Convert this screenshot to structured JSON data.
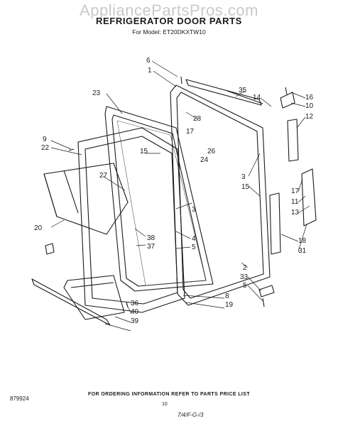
{
  "watermark": "AppliancePartsPros.com",
  "header": {
    "title": "REFRIGERATOR DOOR PARTS",
    "model": "For Model: ET20DKXTW10"
  },
  "footer": {
    "code": "879924",
    "ordering": "FOR ORDERING INFORMATION REFER TO PARTS PRICE LIST",
    "page": "10",
    "handwriting": "7/4/F-G-/3"
  },
  "callouts": [
    "6",
    "1",
    "23",
    "35",
    "16",
    "14",
    "10",
    "28",
    "12",
    "17",
    "9",
    "22",
    "26",
    "24",
    "15",
    "27",
    "3",
    "20",
    "38",
    "37",
    "4",
    "5",
    "2",
    "33",
    "36",
    "40",
    "39",
    "8",
    "19",
    "18",
    "31",
    "11",
    "13"
  ]
}
